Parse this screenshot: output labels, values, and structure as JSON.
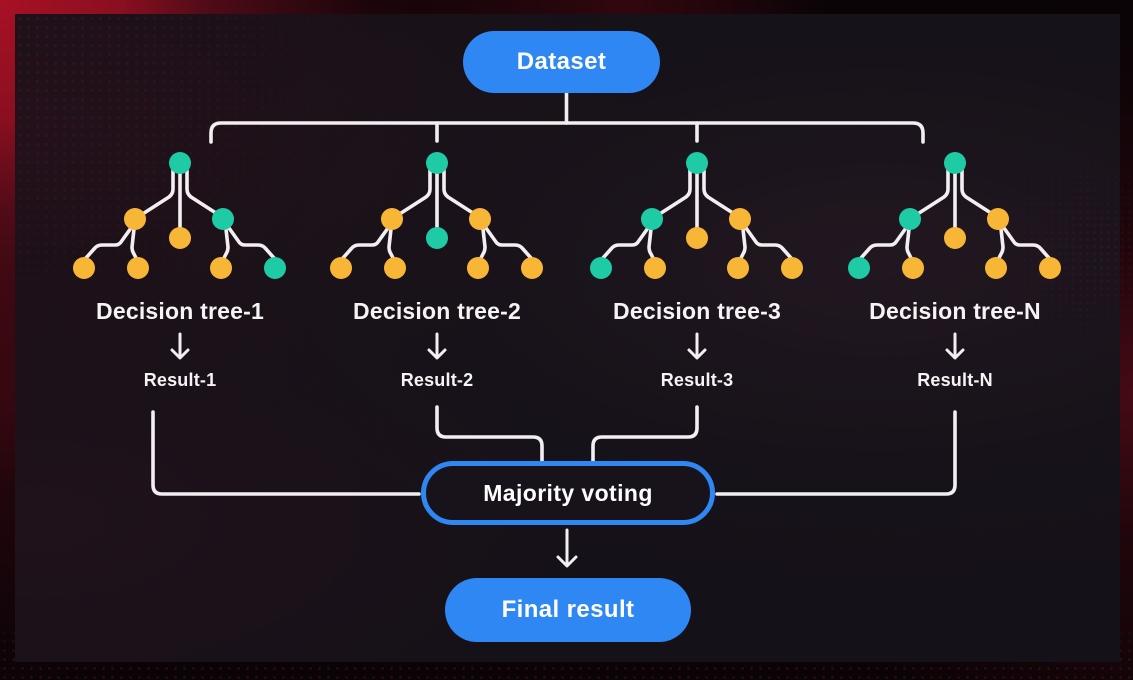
{
  "colors": {
    "blue": "#2E87F2",
    "teal": "#1FCBA4",
    "orange": "#F8B637",
    "line": "#F2EEF1",
    "canvas": "#151118",
    "frame_red": "#8A0F20"
  },
  "dataset": {
    "label": "Dataset"
  },
  "trees": [
    {
      "label": "Decision tree-1",
      "result": "Result-1",
      "root": "teal",
      "children": [
        "orange",
        "orange",
        "teal"
      ],
      "leaves": [
        "orange",
        "orange",
        "orange",
        "teal"
      ]
    },
    {
      "label": "Decision tree-2",
      "result": "Result-2",
      "root": "teal",
      "children": [
        "orange",
        "teal",
        "orange"
      ],
      "leaves": [
        "orange",
        "orange",
        "orange",
        "orange"
      ]
    },
    {
      "label": "Decision tree-3",
      "result": "Result-3",
      "root": "teal",
      "children": [
        "teal",
        "orange",
        "orange"
      ],
      "leaves": [
        "teal",
        "orange",
        "orange",
        "orange"
      ]
    },
    {
      "label": "Decision tree-N",
      "result": "Result-N",
      "root": "teal",
      "children": [
        "teal",
        "orange",
        "orange"
      ],
      "leaves": [
        "teal",
        "orange",
        "orange",
        "orange"
      ]
    }
  ],
  "voting": {
    "label": "Majority voting"
  },
  "final": {
    "label": "Final result"
  }
}
